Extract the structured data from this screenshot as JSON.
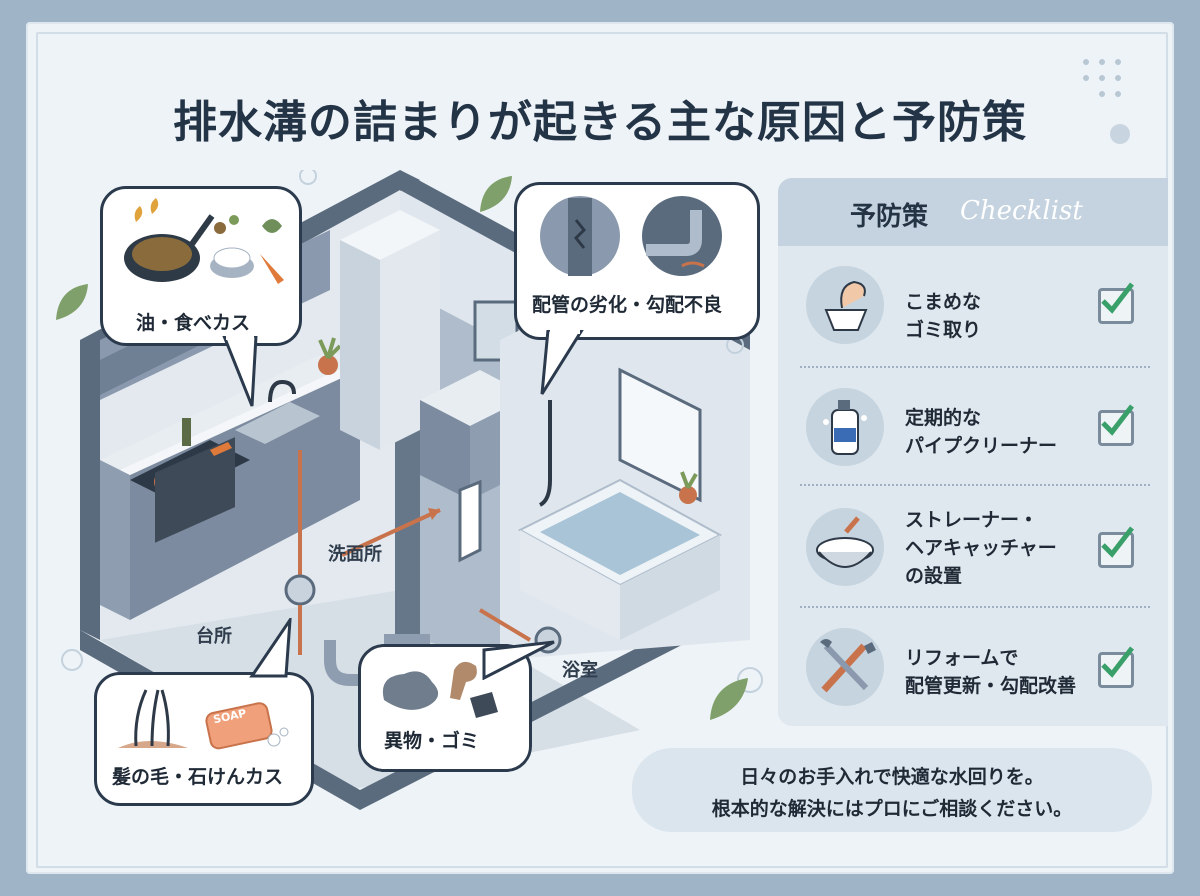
{
  "title": "排水溝の詰まりが起きる主な原因と予防策",
  "causes": {
    "oil": "油・食べカス",
    "pipe": "配管の劣化・勾配不良",
    "hair": "髪の毛・石けんカス",
    "debris": "異物・ゴミ"
  },
  "rooms": {
    "washroom": "洗面所",
    "kitchen": "台所",
    "bath": "浴室"
  },
  "soap_text": "SOAP",
  "checklist": {
    "title": "予防策",
    "script": "Checklist",
    "items": [
      {
        "text": "こまめな\nゴミ取り",
        "icon": "hand-strainer-icon"
      },
      {
        "text": "定期的な\nパイプクリーナー",
        "icon": "cleaner-bottle-icon"
      },
      {
        "text": "ストレーナー・\nヘアキャッチャー\nの設置",
        "icon": "strainer-icon"
      },
      {
        "text": "リフォームで\n配管更新・勾配改善",
        "icon": "wrench-hammer-icon"
      }
    ]
  },
  "footer": {
    "line1": "日々のお手入れで快適な水回りを。",
    "line2": "根本的な解決にはプロにご相談ください。"
  },
  "colors": {
    "background": "#9fb4c6",
    "accent_pipe": "#c8734b",
    "check_green": "#3aa06a",
    "ink": "#243447"
  }
}
